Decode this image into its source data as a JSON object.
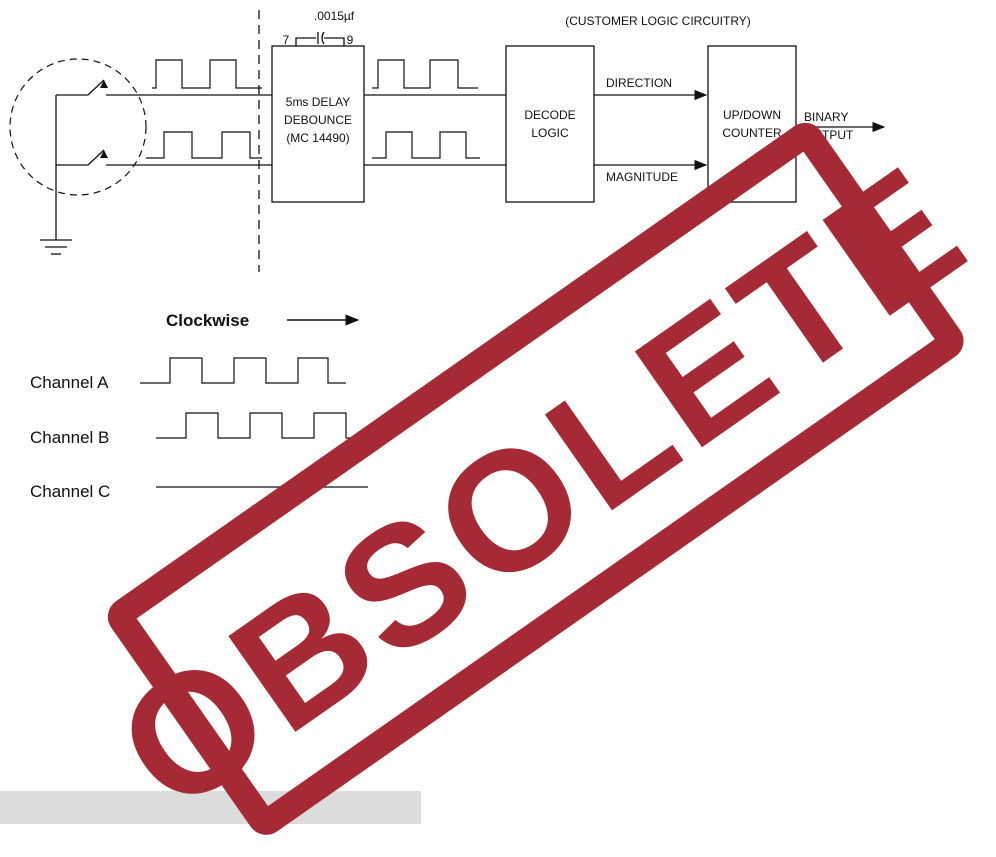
{
  "diagram": {
    "capacitor_value": ".0015µf",
    "pin_left": "7",
    "pin_right": "9",
    "customer_logic_label": "(CUSTOMER LOGIC CIRCUITRY)",
    "debounce_block": {
      "line1": "5ms DELAY",
      "line2": "DEBOUNCE",
      "line3": "(MC 14490)"
    },
    "decode_block": {
      "line1": "DECODE",
      "line2": "LOGIC"
    },
    "counter_block": {
      "line1": "UP/DOWN",
      "line2": "COUNTER"
    },
    "direction_label": "DIRECTION",
    "magnitude_label": "MAGNITUDE",
    "output_label": {
      "line1": "BINARY",
      "line2": "OUTPUT"
    }
  },
  "timing": {
    "rotation_label": "Clockwise",
    "channels": [
      {
        "label": "Channel A"
      },
      {
        "label": "Channel B"
      },
      {
        "label": "Channel C"
      }
    ]
  },
  "stamp": {
    "text": "OBSOLETE",
    "color": "#a52a36"
  },
  "footer_bar_color": "#dcdcdc"
}
